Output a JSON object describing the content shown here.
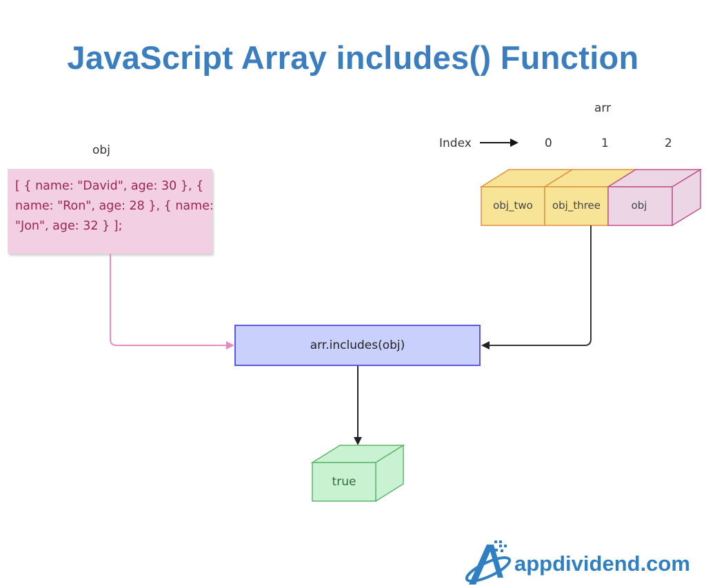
{
  "title": "JavaScript Array includes() Function",
  "obj": {
    "label": "obj",
    "value": "[ { name: \"David\", age: 30 }, { name: \"Ron\", age: 28 }, { name: \"Jon\", age: 32 } ];"
  },
  "arr": {
    "label": "arr",
    "index_label": "Index",
    "indices": [
      "0",
      "1",
      "2"
    ],
    "cells": [
      "obj_two",
      "obj_three",
      "obj"
    ]
  },
  "function_call": "arr.includes(obj)",
  "result": "true",
  "brand": "appdividend.com",
  "colors": {
    "title": "#3a7ebf",
    "obj_fill": "#f3cfe4",
    "obj_text": "#9a2453",
    "cell_yellow_fill": "#f8e496",
    "cell_yellow_stroke": "#e0903a",
    "cell_pink_fill": "#ecd5e5",
    "cell_pink_stroke": "#c0508a",
    "function_fill": "#c9d0fb",
    "function_stroke": "#5b57e0",
    "result_fill": "#c8f2d2",
    "result_stroke": "#5db56a",
    "pink_connector": "#e88abf",
    "dark_connector": "#333333",
    "brand": "#2f7fc3"
  }
}
